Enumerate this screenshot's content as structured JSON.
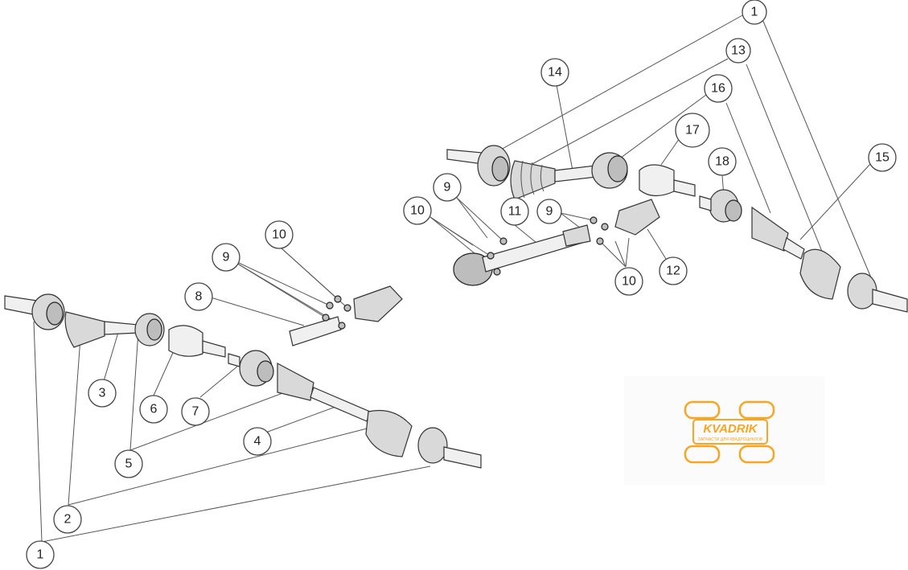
{
  "callouts": {
    "c1_top": "1",
    "c13": "13",
    "c14": "14",
    "c16": "16",
    "c17": "17",
    "c15": "15",
    "c18": "18",
    "c9_a": "9",
    "c10_a": "10",
    "c11": "11",
    "c9_b": "9",
    "c12": "12",
    "c10_b": "10",
    "c10_c": "10",
    "c9_c": "9",
    "c8": "8",
    "c3": "3",
    "c6": "6",
    "c7": "7",
    "c5": "5",
    "c4": "4",
    "c2": "2",
    "c1_bottom": "1"
  },
  "logo": {
    "brand": "KVADRIK",
    "tagline": "ЗАПЧАСТИ ДЛЯ КВАДРОЦИКЛОВ"
  },
  "colors": {
    "highlight": "#d0131a",
    "logo": "#f6a623"
  }
}
